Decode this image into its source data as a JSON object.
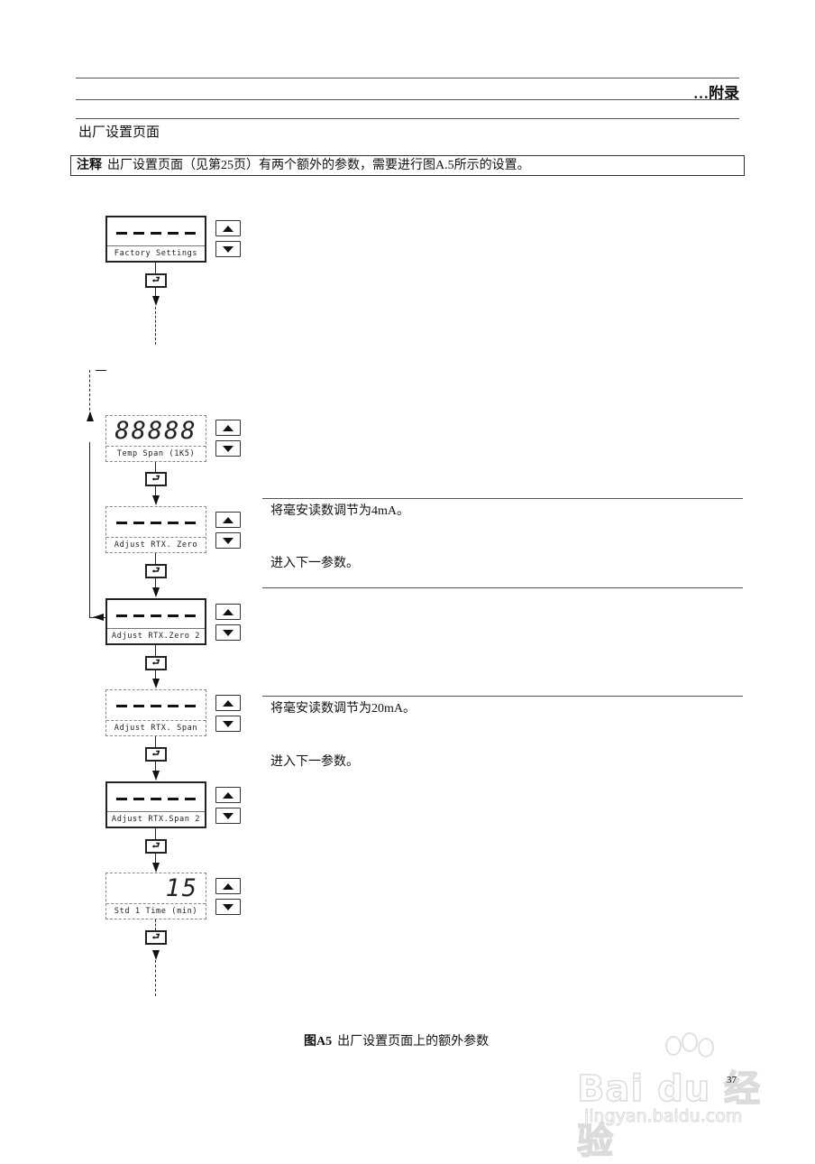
{
  "header": {
    "section_label": "…附录"
  },
  "page_section_title": "出厂设置页面",
  "note": {
    "label": "注释",
    "text": "出厂设置页面（见第25页）有两个额外的参数，需要进行图A.5所示的设置。"
  },
  "flowchart": {
    "panels": [
      {
        "display": "-----",
        "label": "Factory Settings",
        "style": "solid"
      },
      {
        "display": "88888",
        "label": "Temp Span (1K5)",
        "style": "dashed"
      },
      {
        "display": "-----",
        "label": "Adjust RTX. Zero",
        "style": "dashed"
      },
      {
        "display": "-----",
        "label": "Adjust RTX.Zero 2",
        "style": "solid"
      },
      {
        "display": "-----",
        "label": "Adjust RTX. Span",
        "style": "dashed"
      },
      {
        "display": "-----",
        "label": "Adjust RTX.Span 2",
        "style": "solid"
      },
      {
        "display": "15",
        "label": "Std 1 Time (min)",
        "style": "dashed"
      }
    ],
    "icons": {
      "up_button": "up-arrow-icon",
      "down_button": "down-arrow-icon",
      "enter_key": "enter-key-icon"
    },
    "enter_glyph": "⮐"
  },
  "descriptions": {
    "zero": {
      "line1": "将毫安读数调节为4mA。",
      "line2": "进入下一参数。"
    },
    "span": {
      "line1": "将毫安读数调节为20mA。",
      "line2": "进入下一参数。"
    }
  },
  "caption": {
    "label": "图A5",
    "text": "出厂设置页面上的额外参数"
  },
  "page_number": "37",
  "watermark": {
    "brand": "Bai du 经验",
    "url": "jingyan.baidu.com"
  }
}
